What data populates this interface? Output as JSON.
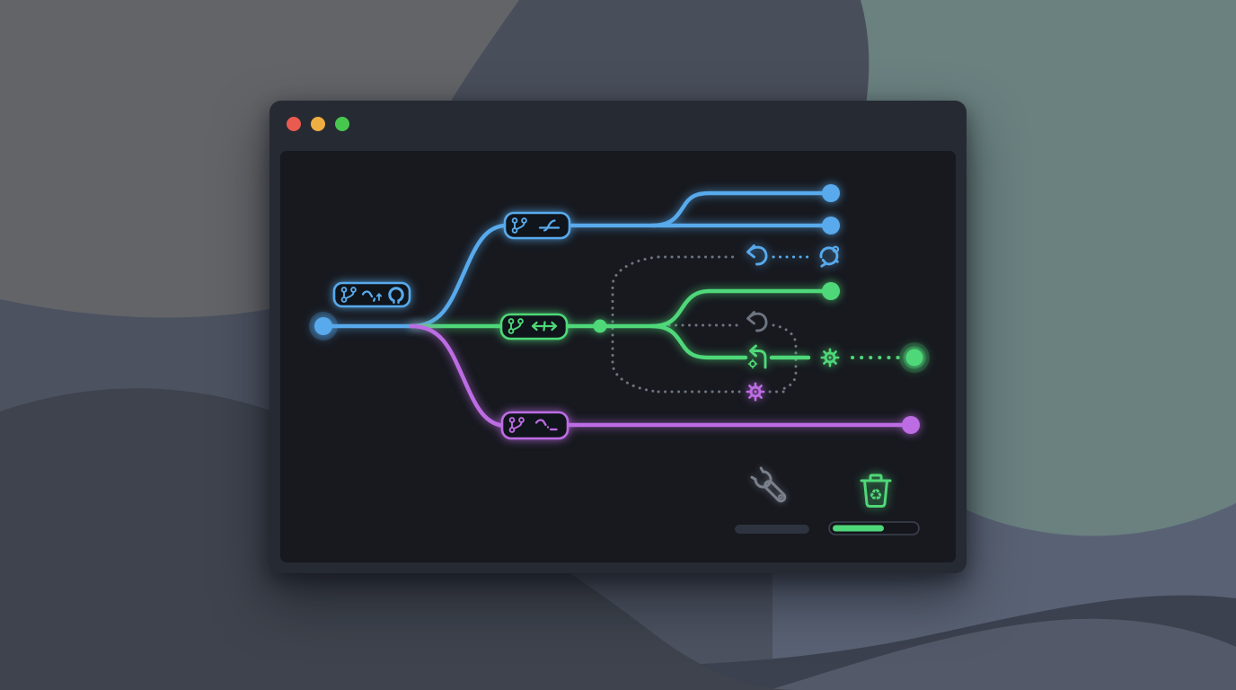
{
  "window": {
    "type": "macos-window",
    "traffic_lights": [
      {
        "name": "close",
        "color_key": "traffic_red"
      },
      {
        "name": "minimize",
        "color_key": "traffic_yellow"
      },
      {
        "name": "zoom",
        "color_key": "traffic_green"
      }
    ]
  },
  "colors": {
    "blue": "#58aaec",
    "green": "#4fd879",
    "purple": "#bd6ce4",
    "dashed_gray": "#6d7480",
    "wrench_gray": "#7a808c",
    "window_chrome": "#262a33",
    "canvas": "#17191f",
    "box_fill": "#10141b",
    "progress_track": "#2e3340",
    "progress_outline": "#3c4250",
    "traffic_red": "#e95a50",
    "traffic_yellow": "#efae41",
    "traffic_green": "#48c74e",
    "bg_base": "#4c5260",
    "bg_gray": "#626468",
    "bg_slate": "#494e5b",
    "bg_teal": "#6a8180",
    "bg_right_lower": "#596274",
    "bg_bottom_band": "#3c4150",
    "bg_bottom_wave": "#545969",
    "bg_hill": "#3e434d"
  },
  "diagram": {
    "repo_label": {
      "icons": [
        "git-branch-icon",
        "tilde-glyph",
        "up-arrow-glyph",
        "github-icon"
      ]
    },
    "branches": [
      {
        "id": "top",
        "color_key": "blue",
        "label_icons": [
          "git-branch-icon",
          "curve-glyph"
        ],
        "endpoint_commits": 2
      },
      {
        "id": "middle",
        "color_key": "green",
        "label_icons": [
          "git-branch-icon",
          "swap-arrows-glyph"
        ],
        "endpoint_commits": 2,
        "has_merge_node": true,
        "has_glowing_endpoint": true
      },
      {
        "id": "bottom",
        "color_key": "purple",
        "label_icons": [
          "git-branch-icon",
          "squiggle-glyph"
        ],
        "endpoint_commits": 1
      }
    ],
    "overlay": {
      "row_top": {
        "color_key": "blue",
        "icons": [
          "undo-icon",
          "sync-icon"
        ]
      },
      "row_middle": {
        "color_key": "dashed_gray",
        "icons": [
          "undo-icon"
        ]
      },
      "row_green": {
        "color_key": "green",
        "icons": [
          "corner-undo-gear-icon",
          "gear-icon"
        ]
      },
      "row_bottom": {
        "color_key": "purple",
        "icons": [
          "gear-icon"
        ]
      }
    },
    "footer": {
      "wrench": {
        "icon": "wrench-icon",
        "progress": 0
      },
      "trash": {
        "icon": "trash-icon",
        "progress": 0.62,
        "recycle_glyph": "♻"
      }
    }
  }
}
